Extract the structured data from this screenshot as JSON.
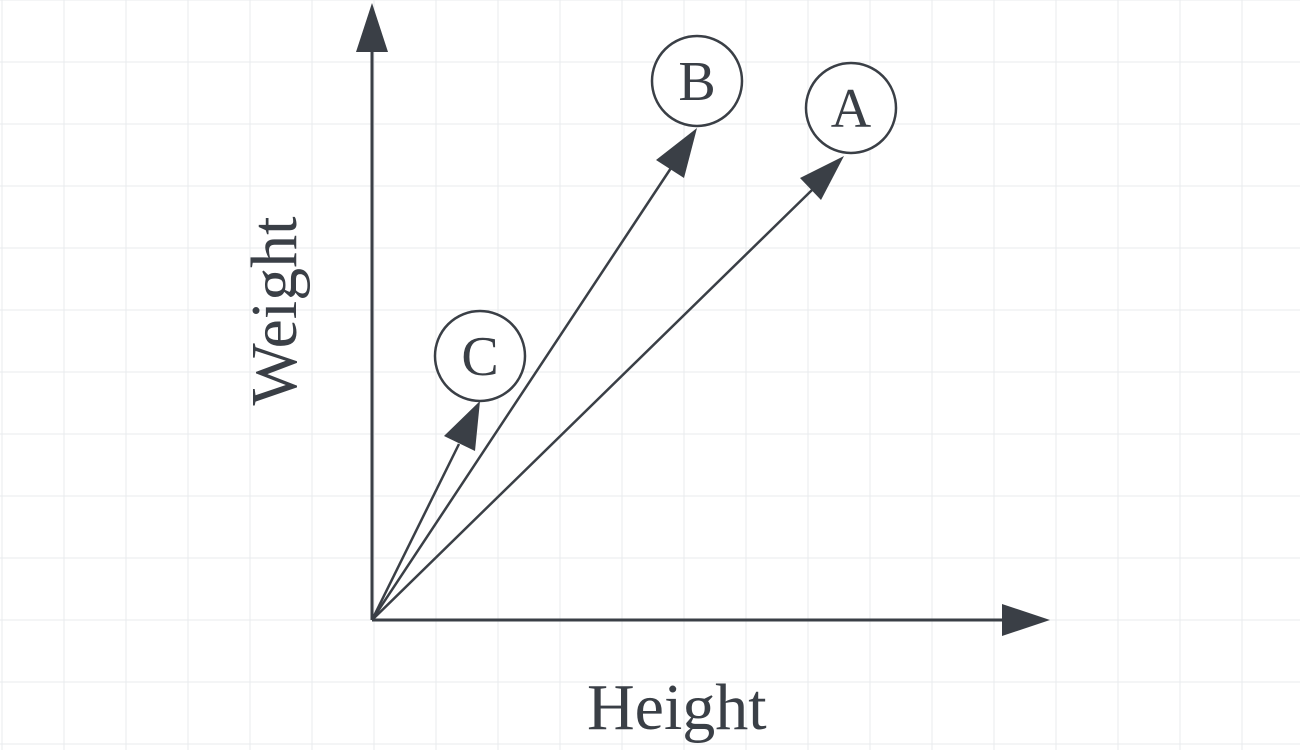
{
  "axes": {
    "x_label": "Height",
    "y_label": "Weight"
  },
  "vectors": [
    {
      "label": "A"
    },
    {
      "label": "B"
    },
    {
      "label": "C"
    }
  ],
  "colors": {
    "stroke": "#3a3f46",
    "grid": "#e9ebee",
    "background": "#ffffff"
  }
}
